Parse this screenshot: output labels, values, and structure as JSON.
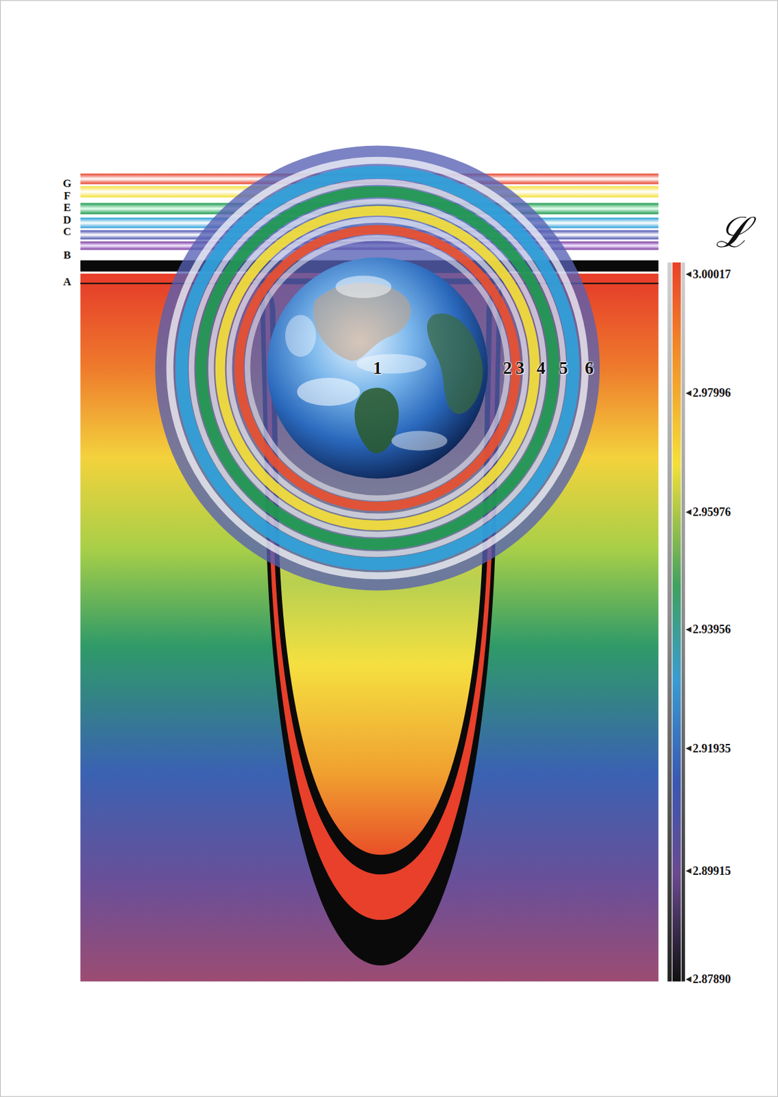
{
  "diagram": {
    "labels": [
      "G",
      "F",
      "E",
      "D",
      "C",
      "B",
      "A",
      "1",
      "2",
      "3",
      "4",
      "5",
      "6",
      "ℒ",
      "3.00017",
      "2.97996",
      "2.95976",
      "2.93956",
      "2.91935",
      "2.89915",
      "2.87890"
    ]
  }
}
